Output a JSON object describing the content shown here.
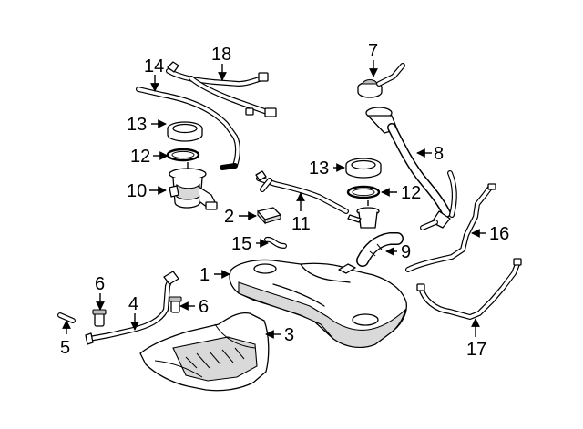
{
  "callouts": [
    {
      "id": "1",
      "label": "1"
    },
    {
      "id": "2",
      "label": "2"
    },
    {
      "id": "3",
      "label": "3"
    },
    {
      "id": "4",
      "label": "4"
    },
    {
      "id": "5",
      "label": "5"
    },
    {
      "id": "6a",
      "label": "6"
    },
    {
      "id": "6b",
      "label": "6"
    },
    {
      "id": "7",
      "label": "7"
    },
    {
      "id": "8",
      "label": "8"
    },
    {
      "id": "9",
      "label": "9"
    },
    {
      "id": "10",
      "label": "10"
    },
    {
      "id": "11",
      "label": "11"
    },
    {
      "id": "12a",
      "label": "12"
    },
    {
      "id": "12b",
      "label": "12"
    },
    {
      "id": "13a",
      "label": "13"
    },
    {
      "id": "13b",
      "label": "13"
    },
    {
      "id": "14",
      "label": "14"
    },
    {
      "id": "15",
      "label": "15"
    },
    {
      "id": "16",
      "label": "16"
    },
    {
      "id": "17",
      "label": "17"
    },
    {
      "id": "18",
      "label": "18"
    }
  ]
}
